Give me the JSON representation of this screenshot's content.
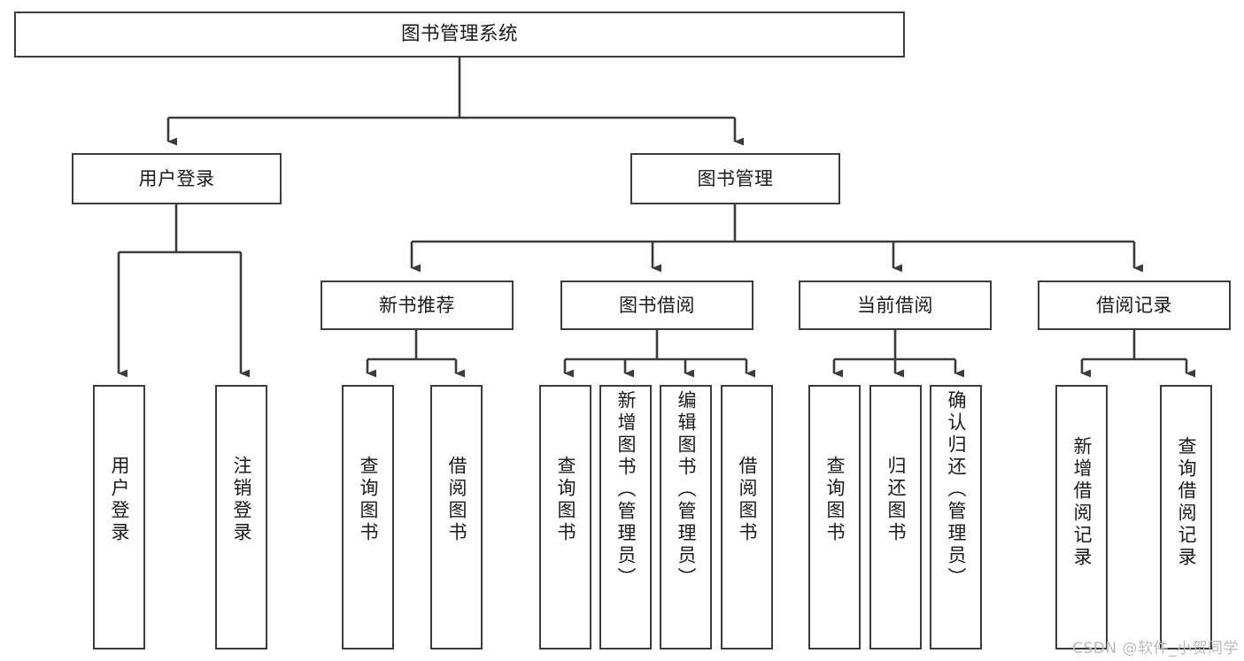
{
  "diagram": {
    "title": "图书管理系统",
    "type": "tree-hierarchy-chart",
    "root": {
      "label": "图书管理系统"
    },
    "level1": [
      {
        "label": "用户登录"
      },
      {
        "label": "图书管理"
      }
    ],
    "level2": [
      {
        "label": "新书推荐"
      },
      {
        "label": "图书借阅"
      },
      {
        "label": "当前借阅"
      },
      {
        "label": "借阅记录"
      }
    ],
    "leaves": {
      "user_login": [
        {
          "label": "用户登录"
        },
        {
          "label": "注销登录"
        }
      ],
      "new_book_recommend": [
        {
          "label": "查询图书"
        },
        {
          "label": "借阅图书"
        }
      ],
      "book_borrow": [
        {
          "label": "查询图书"
        },
        {
          "label": "新增图书（管理员）"
        },
        {
          "label": "编辑图书（管理员）"
        },
        {
          "label": "借阅图书"
        }
      ],
      "current_borrow": [
        {
          "label": "查询图书"
        },
        {
          "label": "归还图书"
        },
        {
          "label": "确认归还（管理员）"
        }
      ],
      "borrow_record": [
        {
          "label": "新增借阅记录"
        },
        {
          "label": "查询借阅记录"
        }
      ]
    }
  },
  "watermark": {
    "text": "CSDN @软件_小贺同学"
  },
  "colors": {
    "stroke": "#3b3b3b",
    "fill": "#ffffff",
    "text": "#1a1a1a",
    "watermark": "#b9b9b9"
  }
}
